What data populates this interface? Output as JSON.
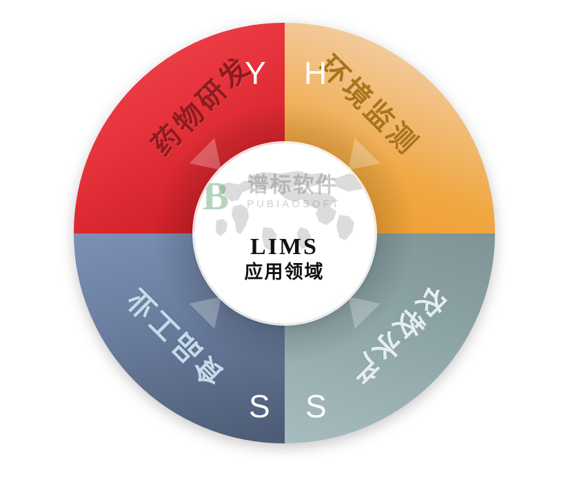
{
  "center": {
    "title": "LIMS",
    "subtitle": "应用领域"
  },
  "watermark": {
    "logo_letter": "B",
    "chinese": "谱标软件",
    "english": "PUBIAOSOFT",
    "map_icon": "world-map-icon"
  },
  "segments": [
    {
      "id": "drug-rd",
      "label": "药物研发",
      "initial": "Y",
      "color": "#e8343c",
      "text_color": "#8d1b1f",
      "position": "top-left"
    },
    {
      "id": "environmental-monitoring",
      "label": "环境监测",
      "initial": "H",
      "color": "#ef9b2a",
      "text_color": "#a9741b",
      "position": "top-right"
    },
    {
      "id": "food-industry",
      "label": "食品工业",
      "initial": "S",
      "color": "#5a6a87",
      "text_color": "#c6dbea",
      "position": "bottom-left"
    },
    {
      "id": "agriculture-aquaculture",
      "label": "农牧水产",
      "initial": "S",
      "color": "#8ca3a6",
      "text_color": "#e5eeef",
      "position": "bottom-right"
    }
  ],
  "colors": {
    "background": "#ffffff",
    "red": "#e8343c",
    "orange": "#ef9b2a",
    "slate": "#4c5a73",
    "sage": "#a7bcbf",
    "hub": "#ffffff"
  }
}
